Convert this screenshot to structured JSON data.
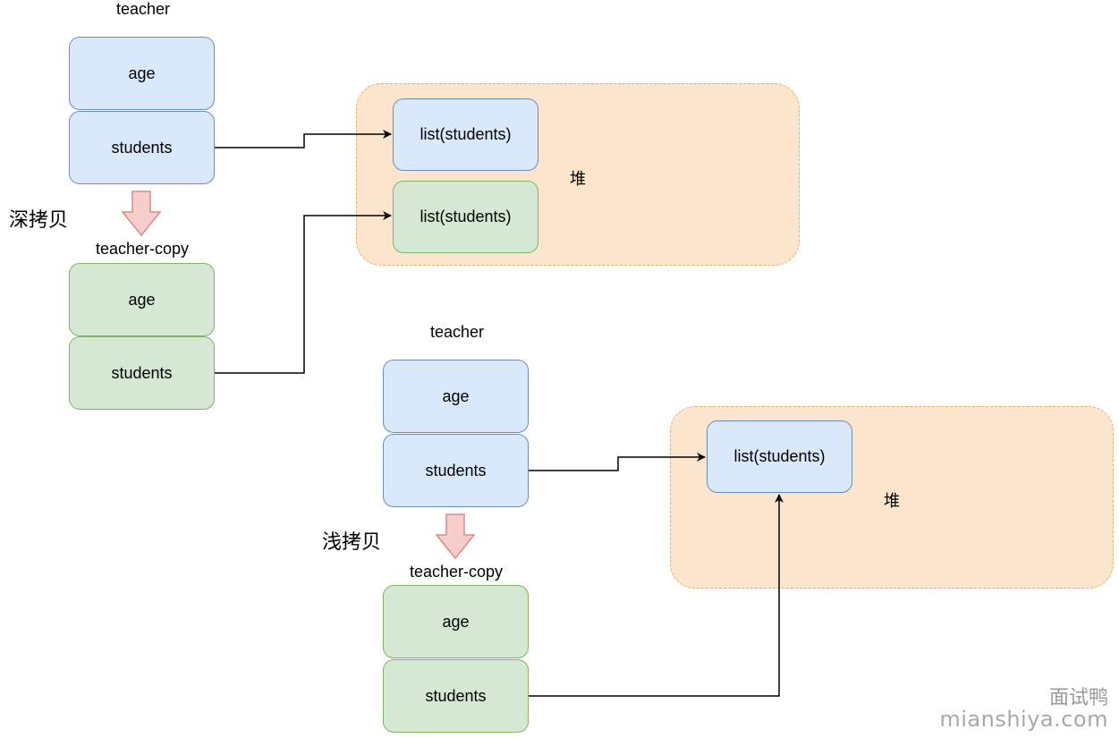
{
  "deep": {
    "teacher_title": "teacher",
    "teacher_age": "age",
    "teacher_students": "students",
    "copy_label": "深拷贝",
    "copy_title": "teacher-copy",
    "copy_age": "age",
    "copy_students": "students",
    "heap_label": "堆",
    "heap_list_1": "list(students)",
    "heap_list_2": "list(students)"
  },
  "shallow": {
    "teacher_title": "teacher",
    "teacher_age": "age",
    "teacher_students": "students",
    "copy_label": "浅拷贝",
    "copy_title": "teacher-copy",
    "copy_age": "age",
    "copy_students": "students",
    "heap_label": "堆",
    "heap_list": "list(students)"
  },
  "watermark": {
    "line1": "面试鸭",
    "line2": "mianshiya.com"
  },
  "colors": {
    "blue_fill": "#dae8fc",
    "green_fill": "#d5e8d4",
    "heap_fill": "#fce5cd",
    "arrow_fill": "#f8cecc"
  }
}
